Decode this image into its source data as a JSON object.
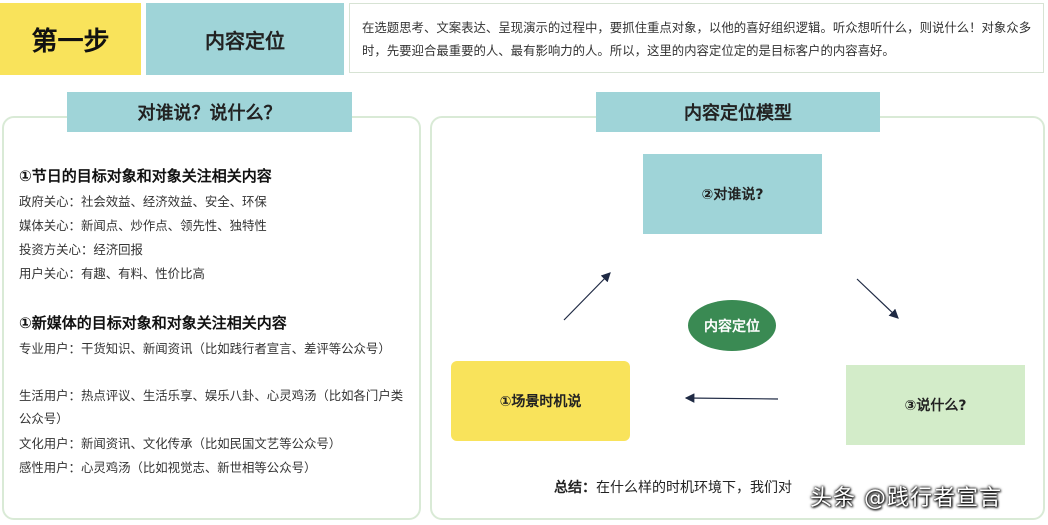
{
  "header": {
    "step": "第一步",
    "topic": "内容定位",
    "intro": "在选题思考、文案表达、呈现演示的过程中，要抓住重点对象，以他的喜好组织逻辑。听众想听什么，则说什么！对象众多时，先要迎合最重要的人、最有影响力的人。所以，这里的内容定位定的是目标客户的内容喜好。"
  },
  "left": {
    "title": "对谁说？说什么？",
    "section1": {
      "heading": "①节日的目标对象和对象关注相关内容",
      "lines": [
        "政府关心：社会效益、经济效益、安全、环保",
        "媒体关心：新闻点、炒作点、领先性、独特性",
        "投资方关心：经济回报",
        "用户关心：有趣、有料、性价比高"
      ]
    },
    "section2": {
      "heading": "①新媒体的目标对象和对象关注相关内容",
      "lines": [
        "专业用户：干货知识、新闻资讯（比如践行者宣言、差评等公众号）",
        "生活用户：热点评议、生活乐享、娱乐八卦、心灵鸡汤（比如各门户类公众号）",
        "文化用户：新闻资讯、文化传承（比如民国文艺等公众号）",
        "感性用户：心灵鸡汤（比如视觉志、新世相等公众号）"
      ]
    }
  },
  "right": {
    "title": "内容定位模型",
    "nodes": {
      "who": "②对谁说?",
      "scene": "①场景时机说",
      "what": "③说什么?",
      "center": "内容定位"
    },
    "summary_label": "总结：",
    "summary_text": "在什么样的时机环境下，我们对"
  },
  "watermark": "头条 @践行者宣言",
  "colors": {
    "yellow": "#f9e35b",
    "teal": "#9fd4d8",
    "light_green": "#d3ecc9",
    "dark_green": "#3a8a53",
    "panel_border": "#d9ead6"
  }
}
